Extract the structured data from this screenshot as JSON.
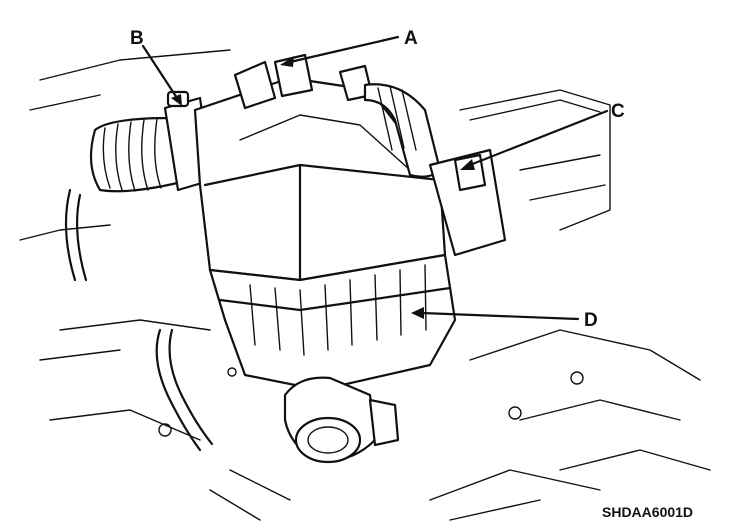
{
  "callouts": [
    {
      "id": "a",
      "label": "A"
    },
    {
      "id": "b",
      "label": "B"
    },
    {
      "id": "c",
      "label": "C"
    },
    {
      "id": "d",
      "label": "D"
    }
  ],
  "figure_code": "SHDAA6001D",
  "colors": {
    "ink": "#111111",
    "paper": "#ffffff"
  }
}
